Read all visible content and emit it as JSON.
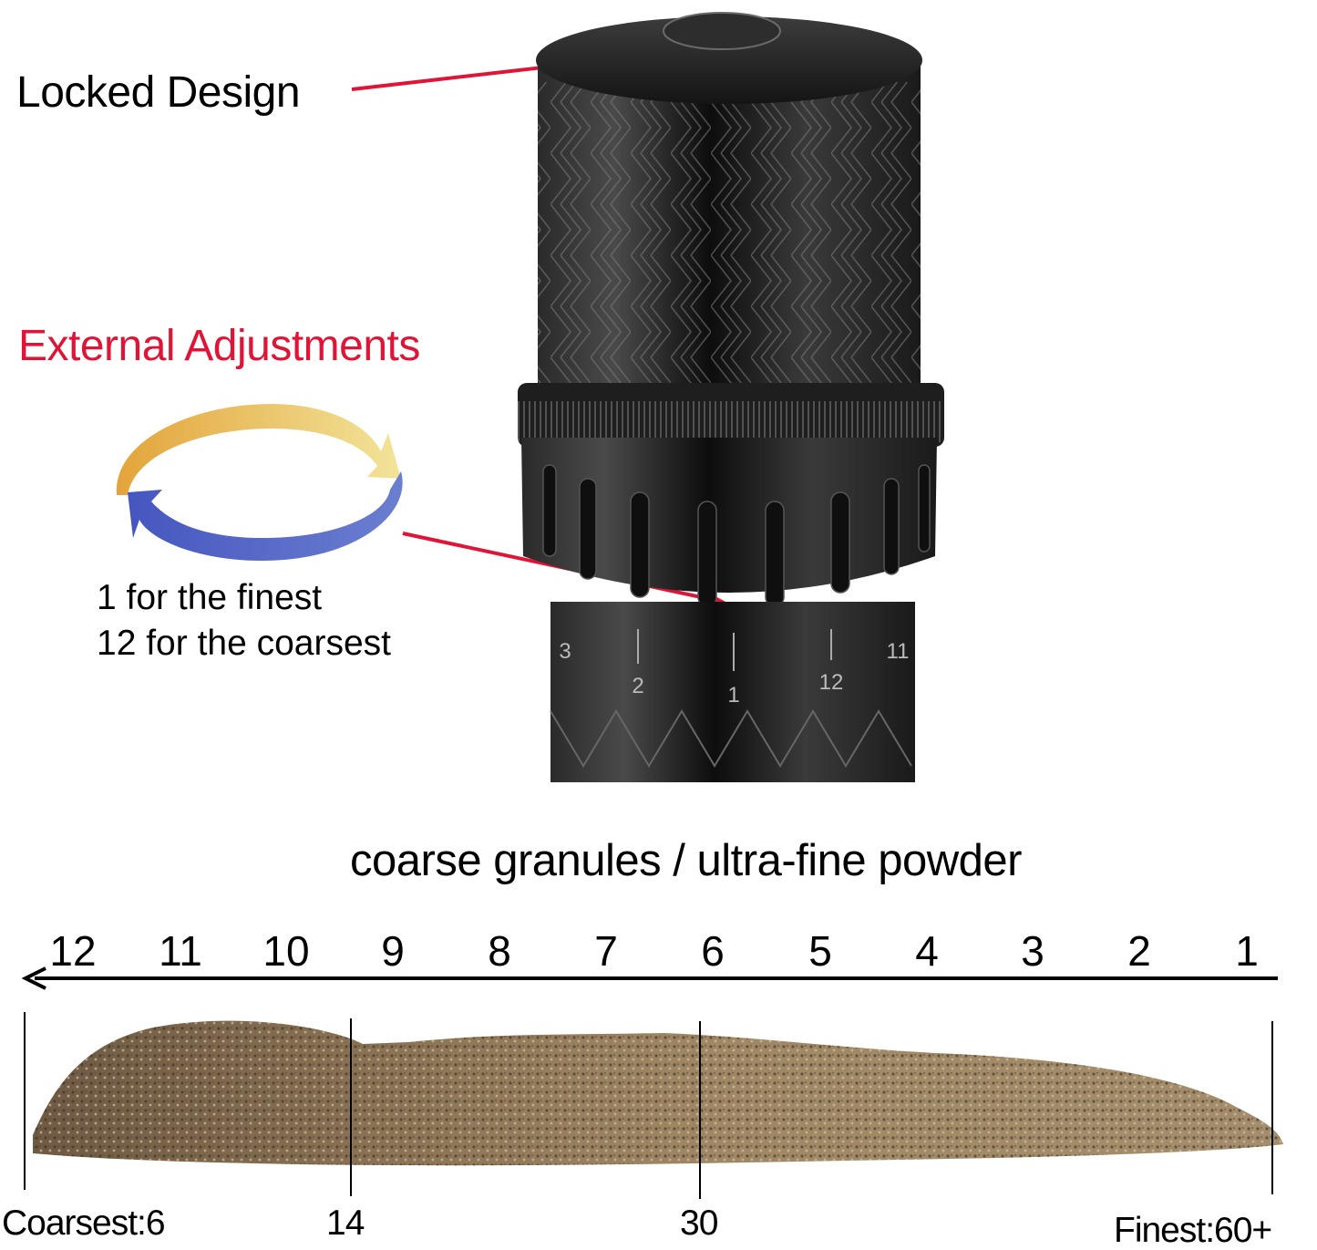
{
  "callouts": {
    "locked_design": "Locked Design",
    "external_adjustments": "External Adjustments",
    "note_finest": "1 for the finest",
    "note_coarsest": "12 for the coarsest"
  },
  "colors": {
    "callout_red": "#e01436",
    "arrow_top_start": "#e3a43a",
    "arrow_top_end": "#f2e49a",
    "arrow_bottom_start": "#4a5cc4",
    "arrow_bottom_end": "#6b7fd0",
    "grinder_body": "#1a1a1a"
  },
  "grinder": {
    "dial_marks": [
      "3",
      "2",
      "1",
      "12",
      "11"
    ],
    "indicator": "white-triangle-indicator"
  },
  "grind_scale": {
    "title": "coarse granules / ultra-fine powder",
    "settings": [
      "12",
      "11",
      "10",
      "9",
      "8",
      "7",
      "6",
      "5",
      "4",
      "3",
      "2",
      "1"
    ],
    "direction": "arrow-left",
    "bottom_labels": {
      "coarsest": "Coarsest:6",
      "mid1": "14",
      "mid2": "30",
      "finest": "Finest:60+"
    }
  }
}
